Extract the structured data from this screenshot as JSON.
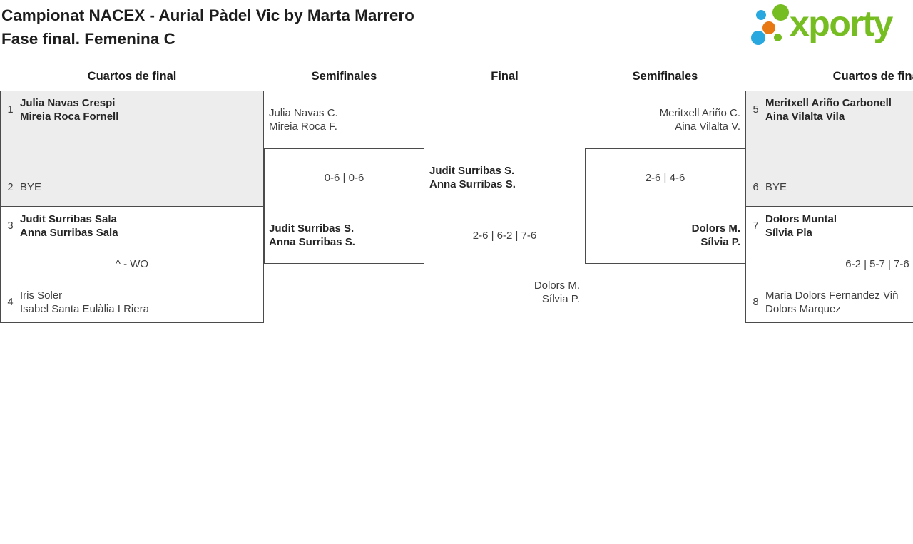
{
  "title": {
    "line1": "Campionat NACEX - Aurial Pàdel Vic by Marta Marrero",
    "line2": "Fase final. Femenina C"
  },
  "logo": {
    "text": "xporty"
  },
  "rounds": {
    "r1": "Cuartos de final",
    "r2": "Semifinales",
    "r3": "Final",
    "r4": "Semifinales",
    "r5": "Cuartos de final"
  },
  "quarters": {
    "qf1": {
      "seed_top": "1",
      "top_line1": "Julia Navas Crespi",
      "top_line2": "Mireia Roca Fornell",
      "seed_bottom": "2",
      "bottom_line1": "BYE",
      "score": ""
    },
    "qf2": {
      "seed_top": "3",
      "top_line1": "Judit Surribas Sala",
      "top_line2": "Anna Surribas Sala",
      "seed_bottom": "4",
      "bottom_line1": "Iris Soler",
      "bottom_line2": "Isabel Santa Eulàlia I Riera",
      "score": "^ - WO"
    },
    "qf3": {
      "seed_top": "5",
      "top_line1": "Meritxell Ariño Carbonell",
      "top_line2": "Aina Vilalta Vila",
      "seed_bottom": "6",
      "bottom_line1": "BYE",
      "score": ""
    },
    "qf4": {
      "seed_top": "7",
      "top_line1": "Dolors Muntal",
      "top_line2": "Sílvia Pla",
      "seed_bottom": "8",
      "bottom_line1": "Maria Dolors Fernandez Viñ",
      "bottom_line2": "Dolors Marquez",
      "score": "6-2 | 5-7 | 7-6"
    }
  },
  "semifinals": {
    "sf1": {
      "slot1_line1": "Julia Navas C.",
      "slot1_line2": "Mireia Roca F.",
      "score": "0-6 | 0-6",
      "winner_line1": "Judit Surribas S.",
      "winner_line2": "Anna Surribas S."
    },
    "sf2": {
      "slot1_line1": "Meritxell Ariño C.",
      "slot1_line2": "Aina Vilalta V.",
      "score": "2-6 | 4-6",
      "winner_line1": "Dolors M.",
      "winner_line2": "Sílvia P."
    }
  },
  "final": {
    "slot1_line1": "Judit Surribas S.",
    "slot1_line2": "Anna Surribas S.",
    "score": "2-6 | 6-2 | 7-6",
    "slot2_line1": "Dolors M.",
    "slot2_line2": "Sílvia P."
  },
  "colors": {
    "bye_box_bg": "#ededed",
    "box_border": "#4b4b4b",
    "logo_green": "#76bd22",
    "logo_blue": "#29a8e0",
    "logo_orange": "#e87811"
  }
}
